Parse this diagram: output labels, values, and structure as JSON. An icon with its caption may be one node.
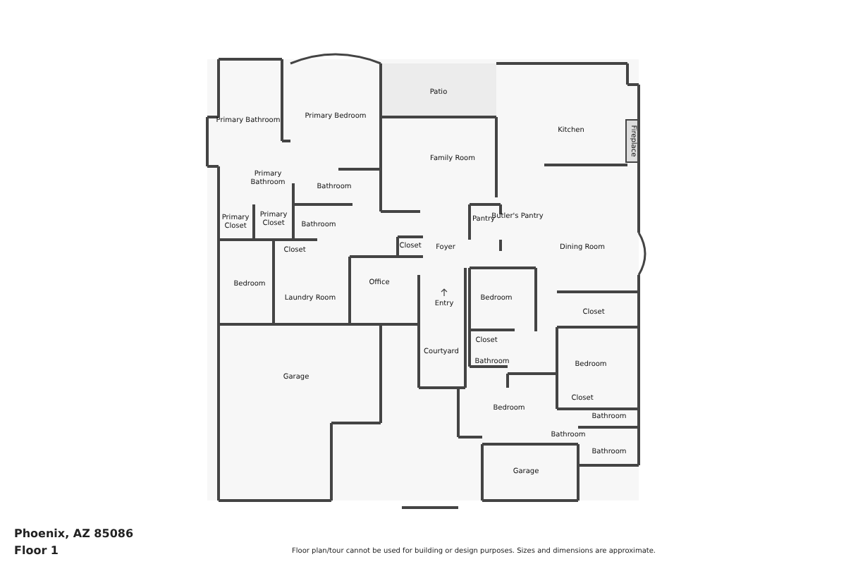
{
  "diagram": {
    "labels": [
      "Patio",
      "Primary Bathroom",
      "Primary Bedroom",
      "Kitchen",
      "Fireplace",
      "Family Room",
      "Primary Bathroom",
      "Bathroom",
      "Pantry",
      "Butler's Pantry",
      "Primary Closet",
      "Primary Closet",
      "Bathroom",
      "Closet",
      "Foyer",
      "Closet",
      "Dining Room",
      "Office",
      "Bedroom",
      "Laundry Room",
      "Entry",
      "Bedroom",
      "Closet",
      "Courtyard",
      "Closet",
      "Bathroom",
      "Bedroom",
      "Closet",
      "Garage",
      "Bathroom",
      "Bedroom",
      "Bathroom",
      "Bathroom",
      "Garage",
      "Phoenix, AZ 85086",
      "Floor 1",
      "Floor plan/tour cannot be used for building or design purposes. Sizes and dimensions are approximate."
    ]
  }
}
